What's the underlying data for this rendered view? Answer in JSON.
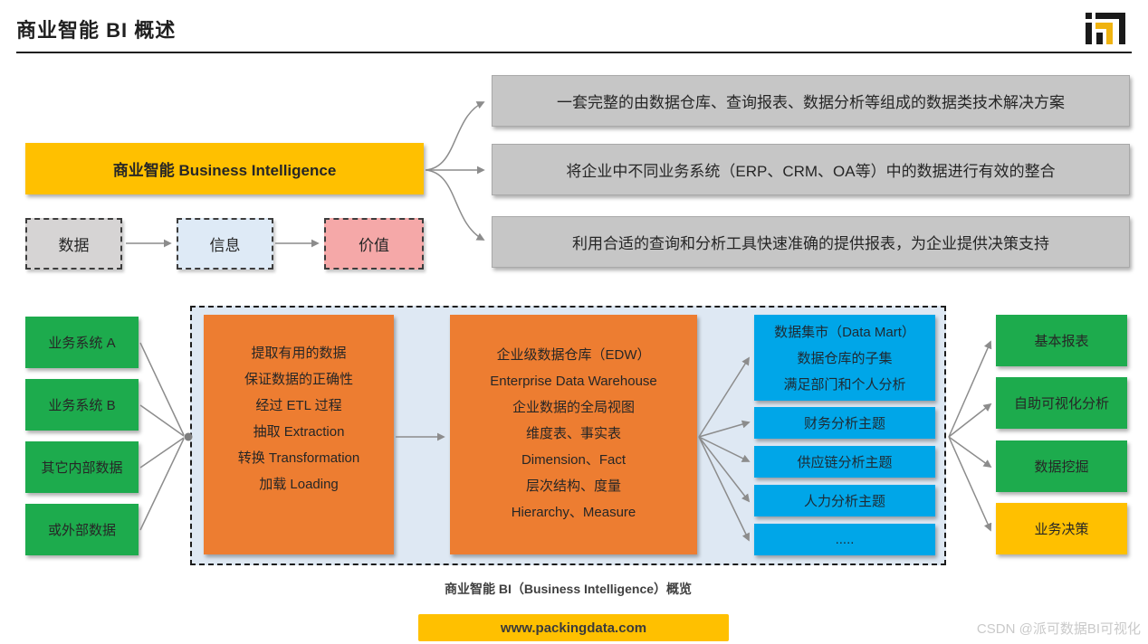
{
  "header": {
    "title": "商业智能 BI 概述",
    "logo": "packdata-logo"
  },
  "colors": {
    "accent_yellow": "#ffc000",
    "green": "#1dab4d",
    "orange": "#ed7d31",
    "blue": "#00a6e8",
    "container_bg": "#dee8f3",
    "gray_box": "#c6c6c6",
    "data_gray": "#d6d4d4",
    "info_blue": "#deeaf6",
    "value_pink": "#f5a8a8",
    "arrow_gray": "#8c8c8c"
  },
  "bi": {
    "label": "商业智能 Business Intelligence"
  },
  "definitions": [
    "一套完整的由数据仓库、查询报表、数据分析等组成的数据类技术解决方案",
    "将企业中不同业务系统（ERP、CRM、OA等）中的数据进行有效的整合",
    "利用合适的查询和分析工具快速准确的提供报表，为企业提供决策支持"
  ],
  "flow": {
    "items": [
      "数据",
      "信息",
      "价值"
    ]
  },
  "pipeline": {
    "sources": [
      "业务系统 A",
      "业务系统 B",
      "其它内部数据",
      "或外部数据"
    ],
    "etl": {
      "lines": [
        "提取有用的数据",
        "保证数据的正确性",
        "经过 ETL 过程",
        "抽取 Extraction",
        "转换 Transformation",
        "加载 Loading"
      ]
    },
    "edw": {
      "lines": [
        "企业级数据仓库（EDW）",
        "Enterprise Data Warehouse",
        "企业数据的全局视图",
        "维度表、事实表",
        "Dimension、Fact",
        "层次结构、度量",
        "Hierarchy、Measure"
      ]
    },
    "datamart": {
      "lines": [
        "数据集市（Data Mart）",
        "数据仓库的子集",
        "满足部门和个人分析"
      ]
    },
    "themes": [
      "财务分析主题",
      "供应链分析主题",
      "人力分析主题",
      "....."
    ],
    "outputs": [
      "基本报表",
      "自助可视化分析",
      "数据挖掘",
      "业务决策"
    ]
  },
  "caption": "商业智能 BI（Business Intelligence）概览",
  "footer": {
    "url": "www.packingdata.com"
  },
  "watermark": "CSDN @派可数据BI可视化"
}
